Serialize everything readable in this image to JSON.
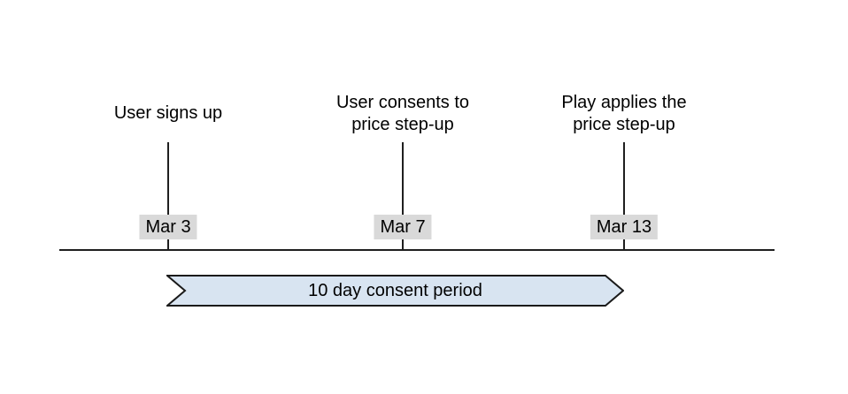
{
  "diagram": {
    "type": "timeline",
    "events": [
      {
        "title": "User signs up",
        "date": "Mar 3"
      },
      {
        "title": "User consents to\nprice step-up",
        "date": "Mar 7"
      },
      {
        "title": "Play applies the\nprice step-up",
        "date": "Mar 13"
      }
    ],
    "banner": {
      "label": "10 day consent period"
    },
    "colors": {
      "background": "#ffffff",
      "line": "#1f1f1f",
      "text": "#000000",
      "date_label_bg": "#d9d9d9",
      "banner_fill": "#d8e4f1",
      "banner_border": "#1a1a1a"
    }
  }
}
